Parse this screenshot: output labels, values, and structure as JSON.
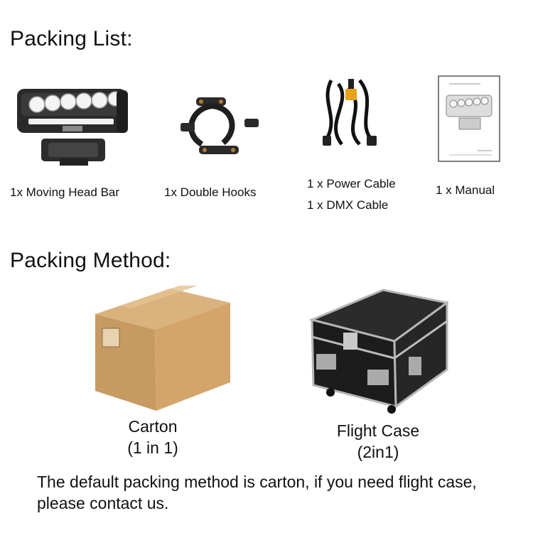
{
  "packing_list": {
    "heading": "Packing List:",
    "items": [
      {
        "label": "1x Moving Head Bar",
        "icon": "moving-head-bar"
      },
      {
        "label": "1x Double Hooks",
        "icon": "double-hooks"
      },
      {
        "lines": [
          "1 x Power Cable",
          "1 x DMX Cable"
        ],
        "icon": "cables"
      },
      {
        "label": "1 x Manual",
        "icon": "manual"
      }
    ]
  },
  "packing_method": {
    "heading": "Packing Method:",
    "options": [
      {
        "name": "Carton",
        "detail": "(1 in 1)",
        "icon": "carton-box"
      },
      {
        "name": "Flight Case",
        "detail": "(2in1)",
        "icon": "flight-case"
      }
    ]
  },
  "note": "The default packing method is carton, if you need flight case, please contact us."
}
